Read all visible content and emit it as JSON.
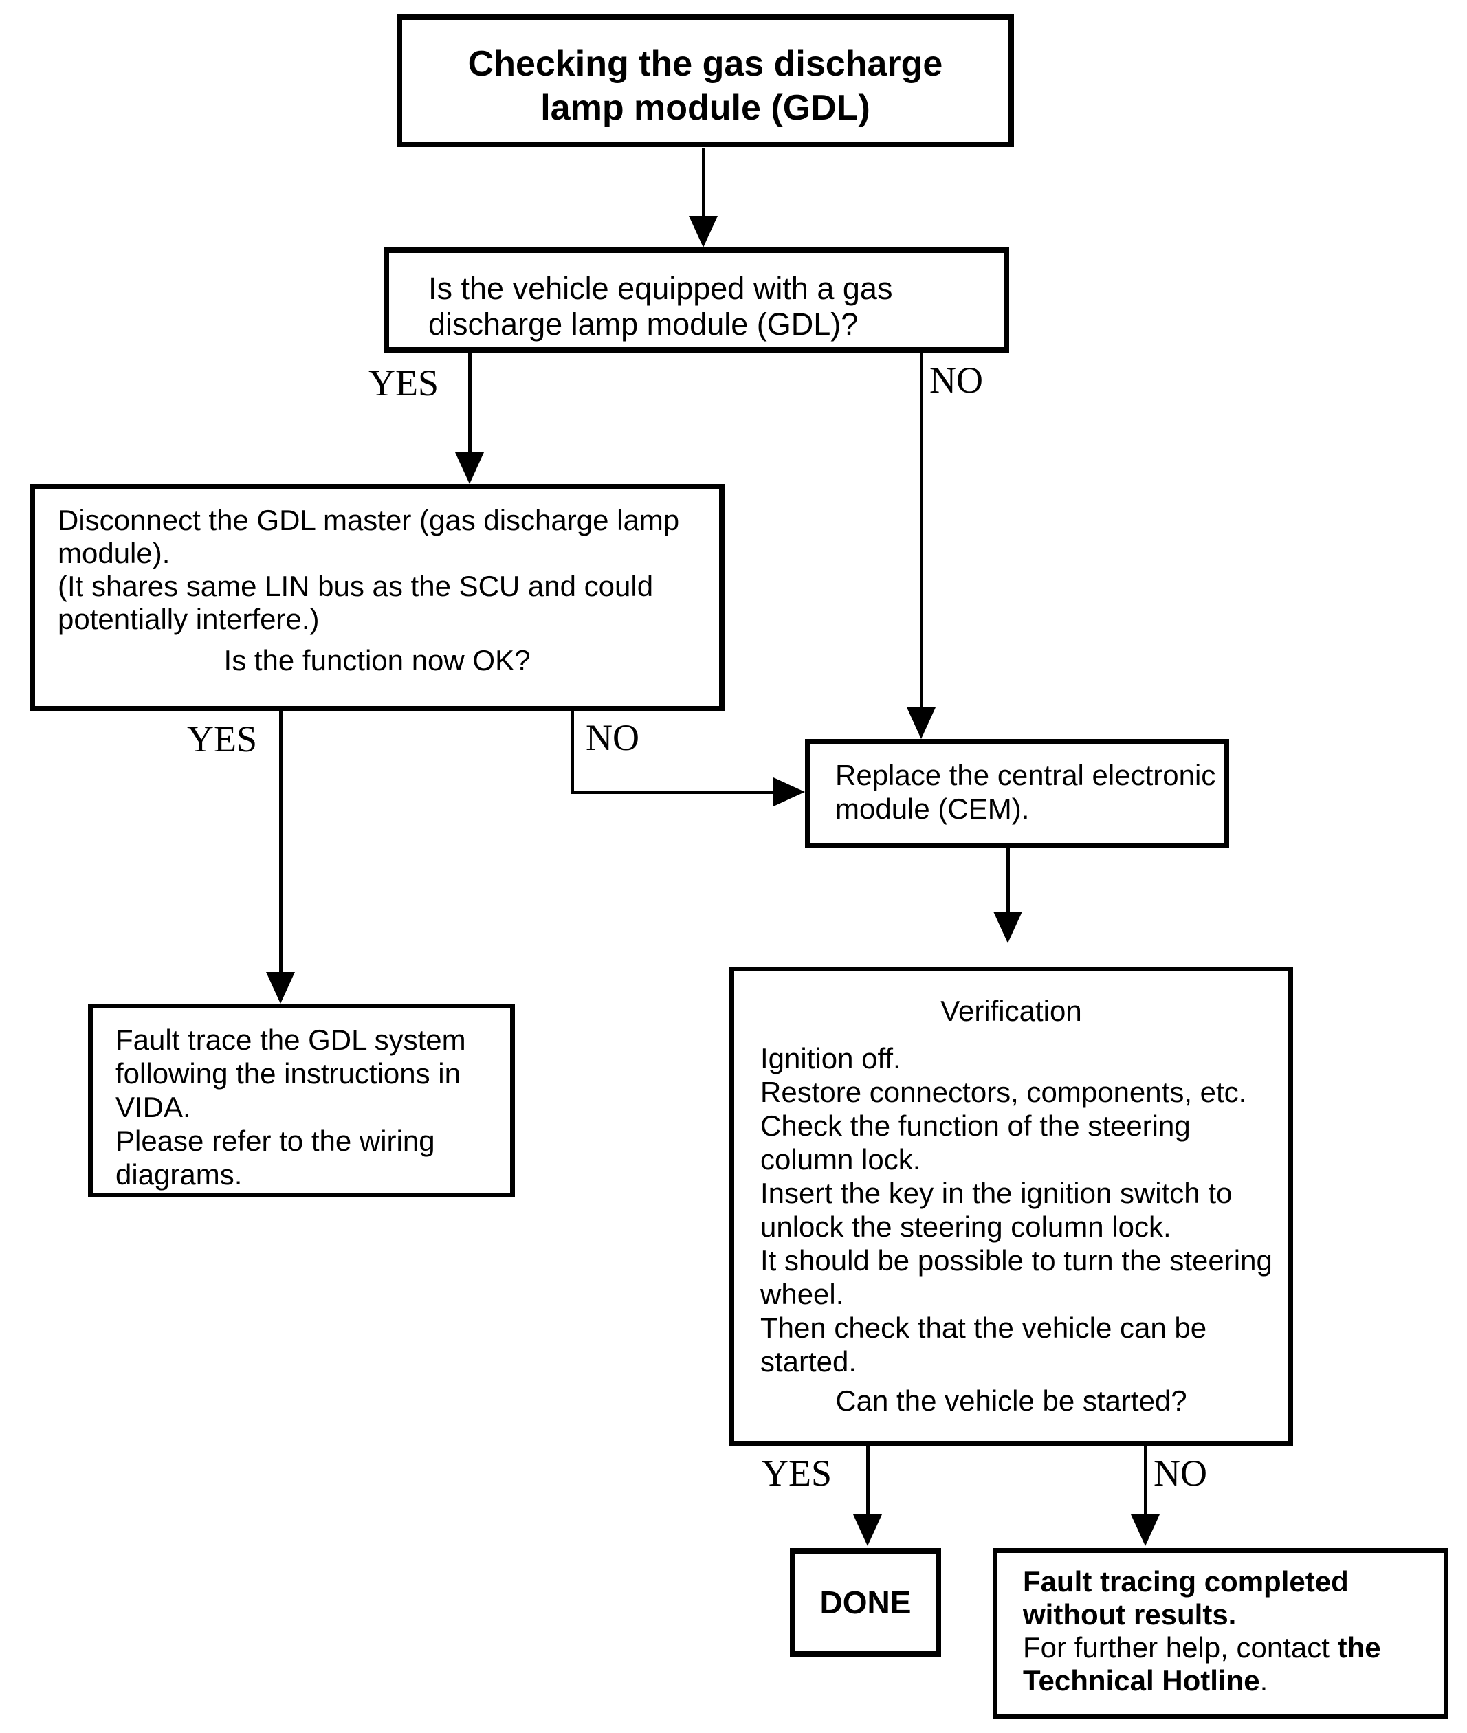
{
  "title_box": {
    "lines": [
      "Checking the gas discharge",
      "lamp module (GDL)"
    ]
  },
  "q1_box": {
    "lines": [
      "Is the vehicle equipped with a gas",
      "discharge lamp module (GDL)?"
    ]
  },
  "disconnect_box": {
    "lines": [
      "Disconnect the GDL master (gas discharge lamp",
      "module).",
      "(It shares same LIN bus as the SCU and could",
      "potentially interfere.)"
    ],
    "question": "Is the function now OK?"
  },
  "cem_box": {
    "lines": [
      "Replace the central electronic",
      "module (CEM)."
    ]
  },
  "fault_box": {
    "lines": [
      "Fault trace the GDL system",
      "following the instructions in",
      "VIDA.",
      "Please refer to the wiring",
      "diagrams."
    ]
  },
  "verification_box": {
    "heading": "Verification",
    "lines": [
      "Ignition off.",
      "Restore connectors, components, etc.",
      "Check the function of the steering",
      "column lock.",
      "Insert the key in the ignition switch to",
      "unlock the steering column lock.",
      "It should be possible to turn the steering",
      "wheel.",
      "Then check that the vehicle can be",
      "started."
    ],
    "question": "Can the vehicle be started?"
  },
  "done_box": {
    "label": "DONE"
  },
  "final_box": {
    "bold_intro": "Fault tracing completed without results.",
    "normal_text": "For further help, contact ",
    "bold_text": "the Technical Hotline",
    "suffix": "."
  },
  "edge_labels": {
    "q1_yes": "YES",
    "q1_no": "NO",
    "disconnect_yes": "YES",
    "disconnect_no": "NO",
    "verification_yes": "YES",
    "verification_no": "NO"
  }
}
